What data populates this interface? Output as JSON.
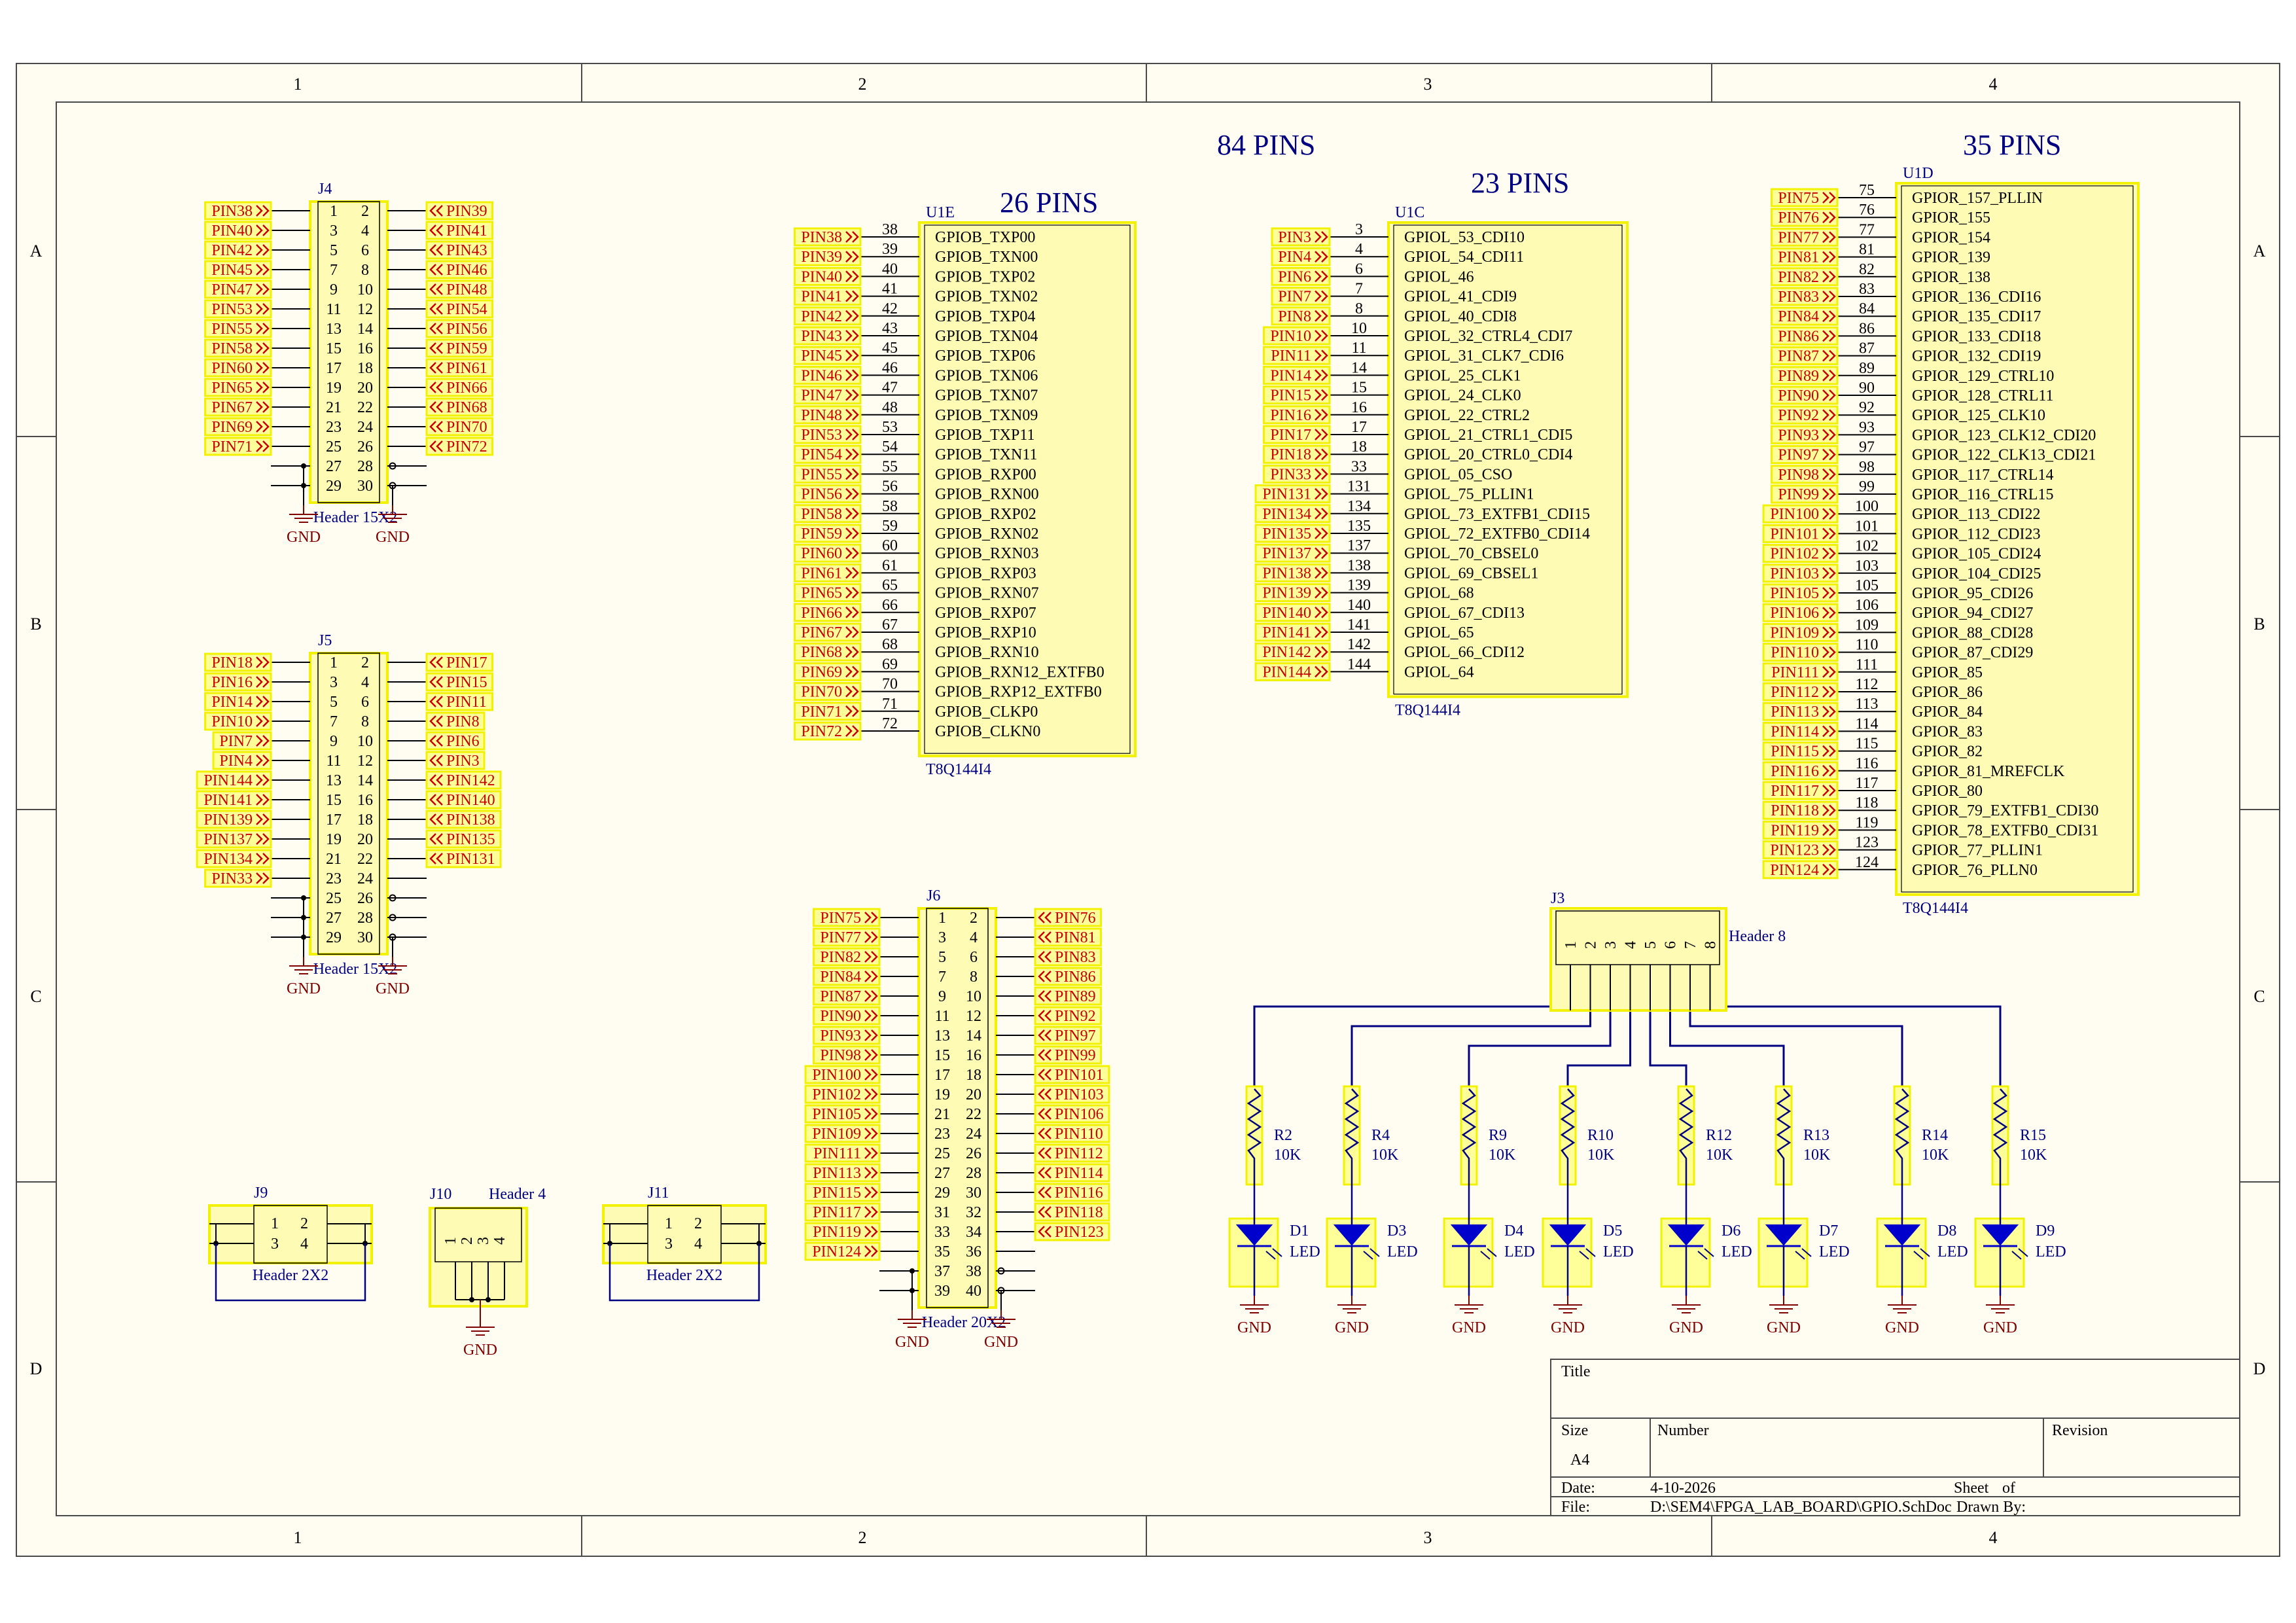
{
  "colors": {
    "paper": "#fffdf2",
    "frame": "#4a4a4a",
    "part_fill": "#fdfbb4",
    "part_stroke": "#f2f200",
    "part_text": "#000000",
    "ref_text": "#000080",
    "port_text": "#c80000",
    "port_fill": "#ffff99",
    "wire": "#000080",
    "gnd": "#800000",
    "heading": "#000080"
  },
  "frame": {
    "columns": [
      "1",
      "2",
      "3",
      "4"
    ],
    "rows": [
      "A",
      "B",
      "C",
      "D"
    ]
  },
  "headings": {
    "pins84": "84 PINS",
    "pins26": "26 PINS",
    "pins23": "23 PINS",
    "pins35": "35 PINS"
  },
  "headers": {
    "j4": {
      "ref": "J4",
      "value": "Header 15X2",
      "gnd": "GND",
      "left": [
        "PIN38",
        "PIN40",
        "PIN42",
        "PIN45",
        "PIN47",
        "PIN53",
        "PIN55",
        "PIN58",
        "PIN60",
        "PIN65",
        "PIN67",
        "PIN69",
        "PIN71"
      ],
      "right": [
        "PIN39",
        "PIN41",
        "PIN43",
        "PIN46",
        "PIN48",
        "PIN54",
        "PIN56",
        "PIN59",
        "PIN61",
        "PIN66",
        "PIN68",
        "PIN70",
        "PIN72"
      ]
    },
    "j5": {
      "ref": "J5",
      "value": "Header 15X2",
      "gnd": "GND",
      "left": [
        "PIN18",
        "PIN16",
        "PIN14",
        "PIN10",
        "PIN7",
        "PIN4",
        "PIN144",
        "PIN141",
        "PIN139",
        "PIN137",
        "PIN134",
        "PIN33"
      ],
      "right": [
        "PIN17",
        "PIN15",
        "PIN11",
        "PIN8",
        "PIN6",
        "PIN3",
        "PIN142",
        "PIN140",
        "PIN138",
        "PIN135",
        "PIN131"
      ]
    },
    "j6": {
      "ref": "J6",
      "value": "Header 20X2",
      "gnd": "GND",
      "left": [
        "PIN75",
        "PIN77",
        "PIN82",
        "PIN84",
        "PIN87",
        "PIN90",
        "PIN93",
        "PIN98",
        "PIN100",
        "PIN102",
        "PIN105",
        "PIN109",
        "PIN111",
        "PIN113",
        "PIN115",
        "PIN117",
        "PIN119",
        "PIN124"
      ],
      "right": [
        "PIN76",
        "PIN81",
        "PIN83",
        "PIN86",
        "PIN89",
        "PIN92",
        "PIN97",
        "PIN99",
        "PIN101",
        "PIN103",
        "PIN106",
        "PIN110",
        "PIN112",
        "PIN114",
        "PIN116",
        "PIN118",
        "PIN123"
      ]
    },
    "j9": {
      "ref": "J9",
      "value": "Header 2X2"
    },
    "j10": {
      "ref": "J10",
      "value": "Header 4",
      "gnd": "GND"
    },
    "j11": {
      "ref": "J11",
      "value": "Header 2X2"
    },
    "j3": {
      "ref": "J3",
      "value": "Header 8"
    }
  },
  "u1e": {
    "ref": "U1E",
    "part": "T8Q144I4",
    "ports": [
      "PIN38",
      "PIN39",
      "PIN40",
      "PIN41",
      "PIN42",
      "PIN43",
      "PIN45",
      "PIN46",
      "PIN47",
      "PIN48",
      "PIN53",
      "PIN54",
      "PIN55",
      "PIN56",
      "PIN58",
      "PIN59",
      "PIN60",
      "PIN61",
      "PIN65",
      "PIN66",
      "PIN67",
      "PIN68",
      "PIN69",
      "PIN70",
      "PIN71",
      "PIN72"
    ],
    "pins": [
      "38",
      "39",
      "40",
      "41",
      "42",
      "43",
      "45",
      "46",
      "47",
      "48",
      "53",
      "54",
      "55",
      "56",
      "58",
      "59",
      "60",
      "61",
      "65",
      "66",
      "67",
      "68",
      "69",
      "70",
      "71",
      "72"
    ],
    "names": [
      "GPIOB_TXP00",
      "GPIOB_TXN00",
      "GPIOB_TXP02",
      "GPIOB_TXN02",
      "GPIOB_TXP04",
      "GPIOB_TXN04",
      "GPIOB_TXP06",
      "GPIOB_TXN06",
      "GPIOB_TXN07",
      "GPIOB_TXN09",
      "GPIOB_TXP11",
      "GPIOB_TXN11",
      "GPIOB_RXP00",
      "GPIOB_RXN00",
      "GPIOB_RXP02",
      "GPIOB_RXN02",
      "GPIOB_RXN03",
      "GPIOB_RXP03",
      "GPIOB_RXN07",
      "GPIOB_RXP07",
      "GPIOB_RXP10",
      "GPIOB_RXN10",
      "GPIOB_RXN12_EXTFB0",
      "GPIOB_RXP12_EXTFB0",
      "GPIOB_CLKP0",
      "GPIOB_CLKN0"
    ]
  },
  "u1c": {
    "ref": "U1C",
    "part": "T8Q144I4",
    "ports": [
      "PIN3",
      "PIN4",
      "PIN6",
      "PIN7",
      "PIN8",
      "PIN10",
      "PIN11",
      "PIN14",
      "PIN15",
      "PIN16",
      "PIN17",
      "PIN18",
      "PIN33",
      "PIN131",
      "PIN134",
      "PIN135",
      "PIN137",
      "PIN138",
      "PIN139",
      "PIN140",
      "PIN141",
      "PIN142",
      "PIN144"
    ],
    "pins": [
      "3",
      "4",
      "6",
      "7",
      "8",
      "10",
      "11",
      "14",
      "15",
      "16",
      "17",
      "18",
      "33",
      "131",
      "134",
      "135",
      "137",
      "138",
      "139",
      "140",
      "141",
      "142",
      "144"
    ],
    "names": [
      "GPIOL_53_CDI10",
      "GPIOL_54_CDI11",
      "GPIOL_46",
      "GPIOL_41_CDI9",
      "GPIOL_40_CDI8",
      "GPIOL_32_CTRL4_CDI7",
      "GPIOL_31_CLK7_CDI6",
      "GPIOL_25_CLK1",
      "GPIOL_24_CLK0",
      "GPIOL_22_CTRL2",
      "GPIOL_21_CTRL1_CDI5",
      "GPIOL_20_CTRL0_CDI4",
      "GPIOL_05_CSO",
      "GPIOL_75_PLLIN1",
      "GPIOL_73_EXTFB1_CDI15",
      "GPIOL_72_EXTFB0_CDI14",
      "GPIOL_70_CBSEL0",
      "GPIOL_69_CBSEL1",
      "GPIOL_68",
      "GPIOL_67_CDI13",
      "GPIOL_65",
      "GPIOL_66_CDI12",
      "GPIOL_64"
    ]
  },
  "u1d": {
    "ref": "U1D",
    "part": "T8Q144I4",
    "ports": [
      "PIN75",
      "PIN76",
      "PIN77",
      "PIN81",
      "PIN82",
      "PIN83",
      "PIN84",
      "PIN86",
      "PIN87",
      "PIN89",
      "PIN90",
      "PIN92",
      "PIN93",
      "PIN97",
      "PIN98",
      "PIN99",
      "PIN100",
      "PIN101",
      "PIN102",
      "PIN103",
      "PIN105",
      "PIN106",
      "PIN109",
      "PIN110",
      "PIN111",
      "PIN112",
      "PIN113",
      "PIN114",
      "PIN115",
      "PIN116",
      "PIN117",
      "PIN118",
      "PIN119",
      "PIN123",
      "PIN124"
    ],
    "pins": [
      "75",
      "76",
      "77",
      "81",
      "82",
      "83",
      "84",
      "86",
      "87",
      "89",
      "90",
      "92",
      "93",
      "97",
      "98",
      "99",
      "100",
      "101",
      "102",
      "103",
      "105",
      "106",
      "109",
      "110",
      "111",
      "112",
      "113",
      "114",
      "115",
      "116",
      "117",
      "118",
      "119",
      "123",
      "124"
    ],
    "names": [
      "GPIOR_157_PLLIN",
      "GPIOR_155",
      "GPIOR_154",
      "GPIOR_139",
      "GPIOR_138",
      "GPIOR_136_CDI16",
      "GPIOR_135_CDI17",
      "GPIOR_133_CDI18",
      "GPIOR_132_CDI19",
      "GPIOR_129_CTRL10",
      "GPIOR_128_CTRL11",
      "GPIOR_125_CLK10",
      "GPIOR_123_CLK12_CDI20",
      "GPIOR_122_CLK13_CDI21",
      "GPIOR_117_CTRL14",
      "GPIOR_116_CTRL15",
      "GPIOR_113_CDI22",
      "GPIOR_112_CDI23",
      "GPIOR_105_CDI24",
      "GPIOR_104_CDI25",
      "GPIOR_95_CDI26",
      "GPIOR_94_CDI27",
      "GPIOR_88_CDI28",
      "GPIOR_87_CDI29",
      "GPIOR_85",
      "GPIOR_86",
      "GPIOR_84",
      "GPIOR_83",
      "GPIOR_82",
      "GPIOR_81_MREFCLK",
      "GPIOR_80",
      "GPIOR_79_EXTFB1_CDI30",
      "GPIOR_78_EXTFB0_CDI31",
      "GPIOR_77_PLLIN1",
      "GPIOR_76_PLLN0"
    ]
  },
  "leds": [
    {
      "r": "R2",
      "rv": "10K",
      "d": "D1",
      "dv": "LED",
      "gnd": "GND"
    },
    {
      "r": "R4",
      "rv": "10K",
      "d": "D3",
      "dv": "LED",
      "gnd": "GND"
    },
    {
      "r": "R9",
      "rv": "10K",
      "d": "D4",
      "dv": "LED",
      "gnd": "GND"
    },
    {
      "r": "R10",
      "rv": "10K",
      "d": "D5",
      "dv": "LED",
      "gnd": "GND"
    },
    {
      "r": "R12",
      "rv": "10K",
      "d": "D6",
      "dv": "LED",
      "gnd": "GND"
    },
    {
      "r": "R13",
      "rv": "10K",
      "d": "D7",
      "dv": "LED",
      "gnd": "GND"
    },
    {
      "r": "R14",
      "rv": "10K",
      "d": "D8",
      "dv": "LED",
      "gnd": "GND"
    },
    {
      "r": "R15",
      "rv": "10K",
      "d": "D9",
      "dv": "LED",
      "gnd": "GND"
    }
  ],
  "title_block": {
    "title_label": "Title",
    "size_label": "Size",
    "size_value": "A4",
    "number_label": "Number",
    "revision_label": "Revision",
    "date_label": "Date:",
    "date_value": "4-10-2026",
    "sheet_label": "Sheet",
    "sheet_of": "of",
    "file_label": "File:",
    "file_value": "D:\\SEM4\\FPGA_LAB_BOARD\\GPIO.SchDoc",
    "drawn_label": "Drawn By:"
  }
}
